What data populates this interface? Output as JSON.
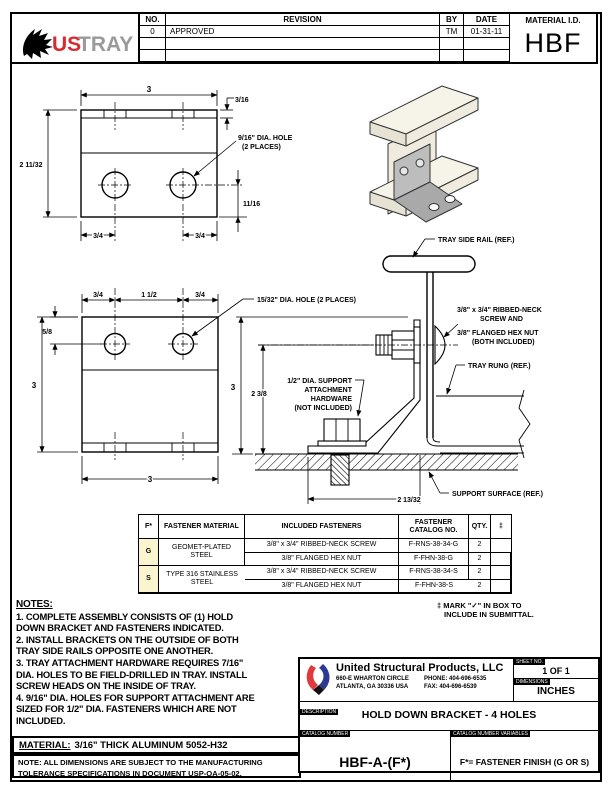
{
  "sheet": {
    "material_id_label": "MATERIAL I.D.",
    "material_id_value": "HBF"
  },
  "logo": {
    "us": "US",
    "tray": "TRAY"
  },
  "revision_table": {
    "headers": {
      "no": "NO.",
      "revision": "REVISION",
      "by": "BY",
      "date": "DATE"
    },
    "rows": [
      {
        "no": "0",
        "revision": "APPROVED",
        "by": "TM",
        "date": "01-31-11"
      },
      {
        "no": "",
        "revision": "",
        "by": "",
        "date": ""
      },
      {
        "no": "",
        "revision": "",
        "by": "",
        "date": ""
      }
    ]
  },
  "top_view": {
    "dim_width": "3",
    "dim_lip": "3/16",
    "hole_callout_line1": "9/16\" DIA. HOLE",
    "hole_callout_line2": "(2 PLACES)",
    "dim_height": "2 11/32",
    "dim_hole_to_edge": "11/16",
    "dim_left_hole": "3/4",
    "dim_right_hole": "3/4"
  },
  "front_view": {
    "dim_left": "3/4",
    "dim_center": "1 1/2",
    "dim_right": "3/4",
    "dim_hole_down": "5/8",
    "dim_height": "3",
    "dim_width": "3",
    "hole_callout": "15/32\" DIA. HOLE (2 PLACES)"
  },
  "section_view": {
    "dim_height": "3",
    "dim_hole_height": "2 3/8",
    "dim_base": "2 13/32",
    "label_tray_side_rail": "TRAY SIDE RAIL (REF.)",
    "label_screw_line1": "3/8\" x 3/4\" RIBBED-NECK",
    "label_screw_line2": "SCREW AND",
    "label_nut_line1": "3/8\" FLANGED HEX NUT",
    "label_nut_line2": "(BOTH INCLUDED)",
    "label_tray_rung": "TRAY RUNG (REF.)",
    "label_hw_line1": "1/2\" DIA. SUPPORT",
    "label_hw_line2": "ATTACHMENT",
    "label_hw_line3": "HARDWARE",
    "label_hw_line4": "(NOT INCLUDED)",
    "label_support_surface": "SUPPORT SURFACE (REF.)"
  },
  "fastener_table": {
    "headers": {
      "f": "F*",
      "material": "FASTENER MATERIAL",
      "included": "INCLUDED FASTENERS",
      "catalog": "FASTENER CATALOG NO.",
      "qty": "QTY.",
      "mark": "‡"
    },
    "groups": [
      {
        "f": "G",
        "material": "GEOMET-PLATED STEEL",
        "rows": [
          {
            "included": "3/8\" x 3/4\" RIBBED-NECK SCREW",
            "catalog": "F-RNS-38-34-G",
            "qty": "2"
          },
          {
            "included": "3/8\" FLANGED HEX NUT",
            "catalog": "F-FHN-38-G",
            "qty": "2"
          }
        ]
      },
      {
        "f": "S",
        "material": "TYPE 316 STAINLESS STEEL",
        "rows": [
          {
            "included": "3/8\" x 3/4\" RIBBED-NECK SCREW",
            "catalog": "F-RNS-38-34-S",
            "qty": "2"
          },
          {
            "included": "3/8\" FLANGED HEX NUT",
            "catalog": "F-FHN-38-S",
            "qty": "2"
          }
        ]
      }
    ],
    "footnote_line1": "‡ MARK \"✓\" IN BOX TO",
    "footnote_line2": "INCLUDE IN SUBMITTAL."
  },
  "notes": {
    "title": "NOTES:",
    "lines": [
      "1. COMPLETE ASSEMBLY CONSISTS OF (1) HOLD",
      "DOWN BRACKET AND FASTENERS INDICATED.",
      "2. INSTALL BRACKETS ON THE OUTSIDE OF BOTH",
      "TRAY SIDE RAILS OPPOSITE ONE ANOTHER.",
      "3. TRAY ATTACHMENT HARDWARE REQUIRES 7/16\"",
      "DIA. HOLES TO BE FIELD-DRILLED IN TRAY. INSTALL",
      "SCREW HEADS ON THE INSIDE OF TRAY.",
      "4. 9/16\" DIA. HOLES FOR SUPPORT ATTACHMENT ARE",
      "SIZED FOR 1/2\" DIA. FASTENERS WHICH ARE NOT",
      "INCLUDED."
    ]
  },
  "material_bar": {
    "label": "MATERIAL:",
    "value": "3/16\" THICK ALUMINUM 5052-H32"
  },
  "tolerance_note": {
    "line1": "NOTE: ALL DIMENSIONS ARE SUBJECT TO THE MANUFACTURING",
    "line2": "TOLERANCE SPECIFICATIONS IN DOCUMENT USP-QA-05-02."
  },
  "title_block": {
    "company": "United Structural Products, LLC",
    "address_line1": "660-E WHARTON CIRCLE",
    "address_line2": "ATLANTA, GA 30336 USA",
    "phone": "PHONE: 404-696-6535",
    "fax": "FAX: 404-696-6539",
    "sheet_no_label": "SHEET NO.",
    "sheet_no": "1 OF 1",
    "dimensions_label": "DIMENSIONS",
    "dimensions": "INCHES",
    "description_label": "DESCRIPTION",
    "description": "HOLD DOWN BRACKET - 4 HOLES",
    "catalog_label": "CATALOG NUMBER",
    "catalog_number": "HBF-A-(F*)",
    "variables_label": "CATALOG NUMBER VARIABLES",
    "variables": "F*= FASTENER FINISH (G OR S)"
  },
  "colors": {
    "logo_red": "#d92b2f",
    "logo_gray": "#9a9a9a",
    "usp_red": "#e03a3e",
    "usp_blue": "#2b3990",
    "table_highlight": "#fbf5cf"
  }
}
